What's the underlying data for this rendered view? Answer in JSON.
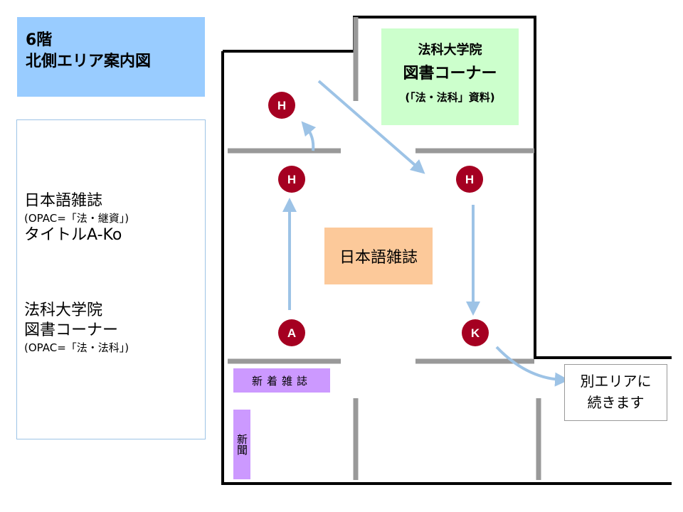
{
  "title": {
    "floor": "6階",
    "area": "北側エリア案内図"
  },
  "legend": {
    "journals": {
      "name": "日本語雑誌",
      "opac": "(OPAC=「法・継資」)",
      "range": "タイトルA-Ko"
    },
    "corner": {
      "line1": "法科大学院",
      "line2": "図書コーナー",
      "opac": "(OPAC=「法・法科」)"
    }
  },
  "law_corner": {
    "line1": "法科大学院",
    "line2": "図書コーナー",
    "line3": "(「法・法科」資料)"
  },
  "center_label": "日本語雑誌",
  "new_magazines": "新着雑誌",
  "newspapers": "新聞",
  "continue_label": {
    "line1": "別エリアに",
    "line2": "続きます"
  },
  "markers": [
    {
      "label": "H"
    },
    {
      "label": "H"
    },
    {
      "label": "H"
    },
    {
      "label": "A"
    },
    {
      "label": "K"
    }
  ],
  "colors": {
    "title_bg": "#99ccff",
    "marker": "#a50021",
    "arrow": "#9dc3e6",
    "law_bg": "#ccffcc",
    "journal_bg": "#fcc99a",
    "shelf_bg": "#cc99ff"
  }
}
